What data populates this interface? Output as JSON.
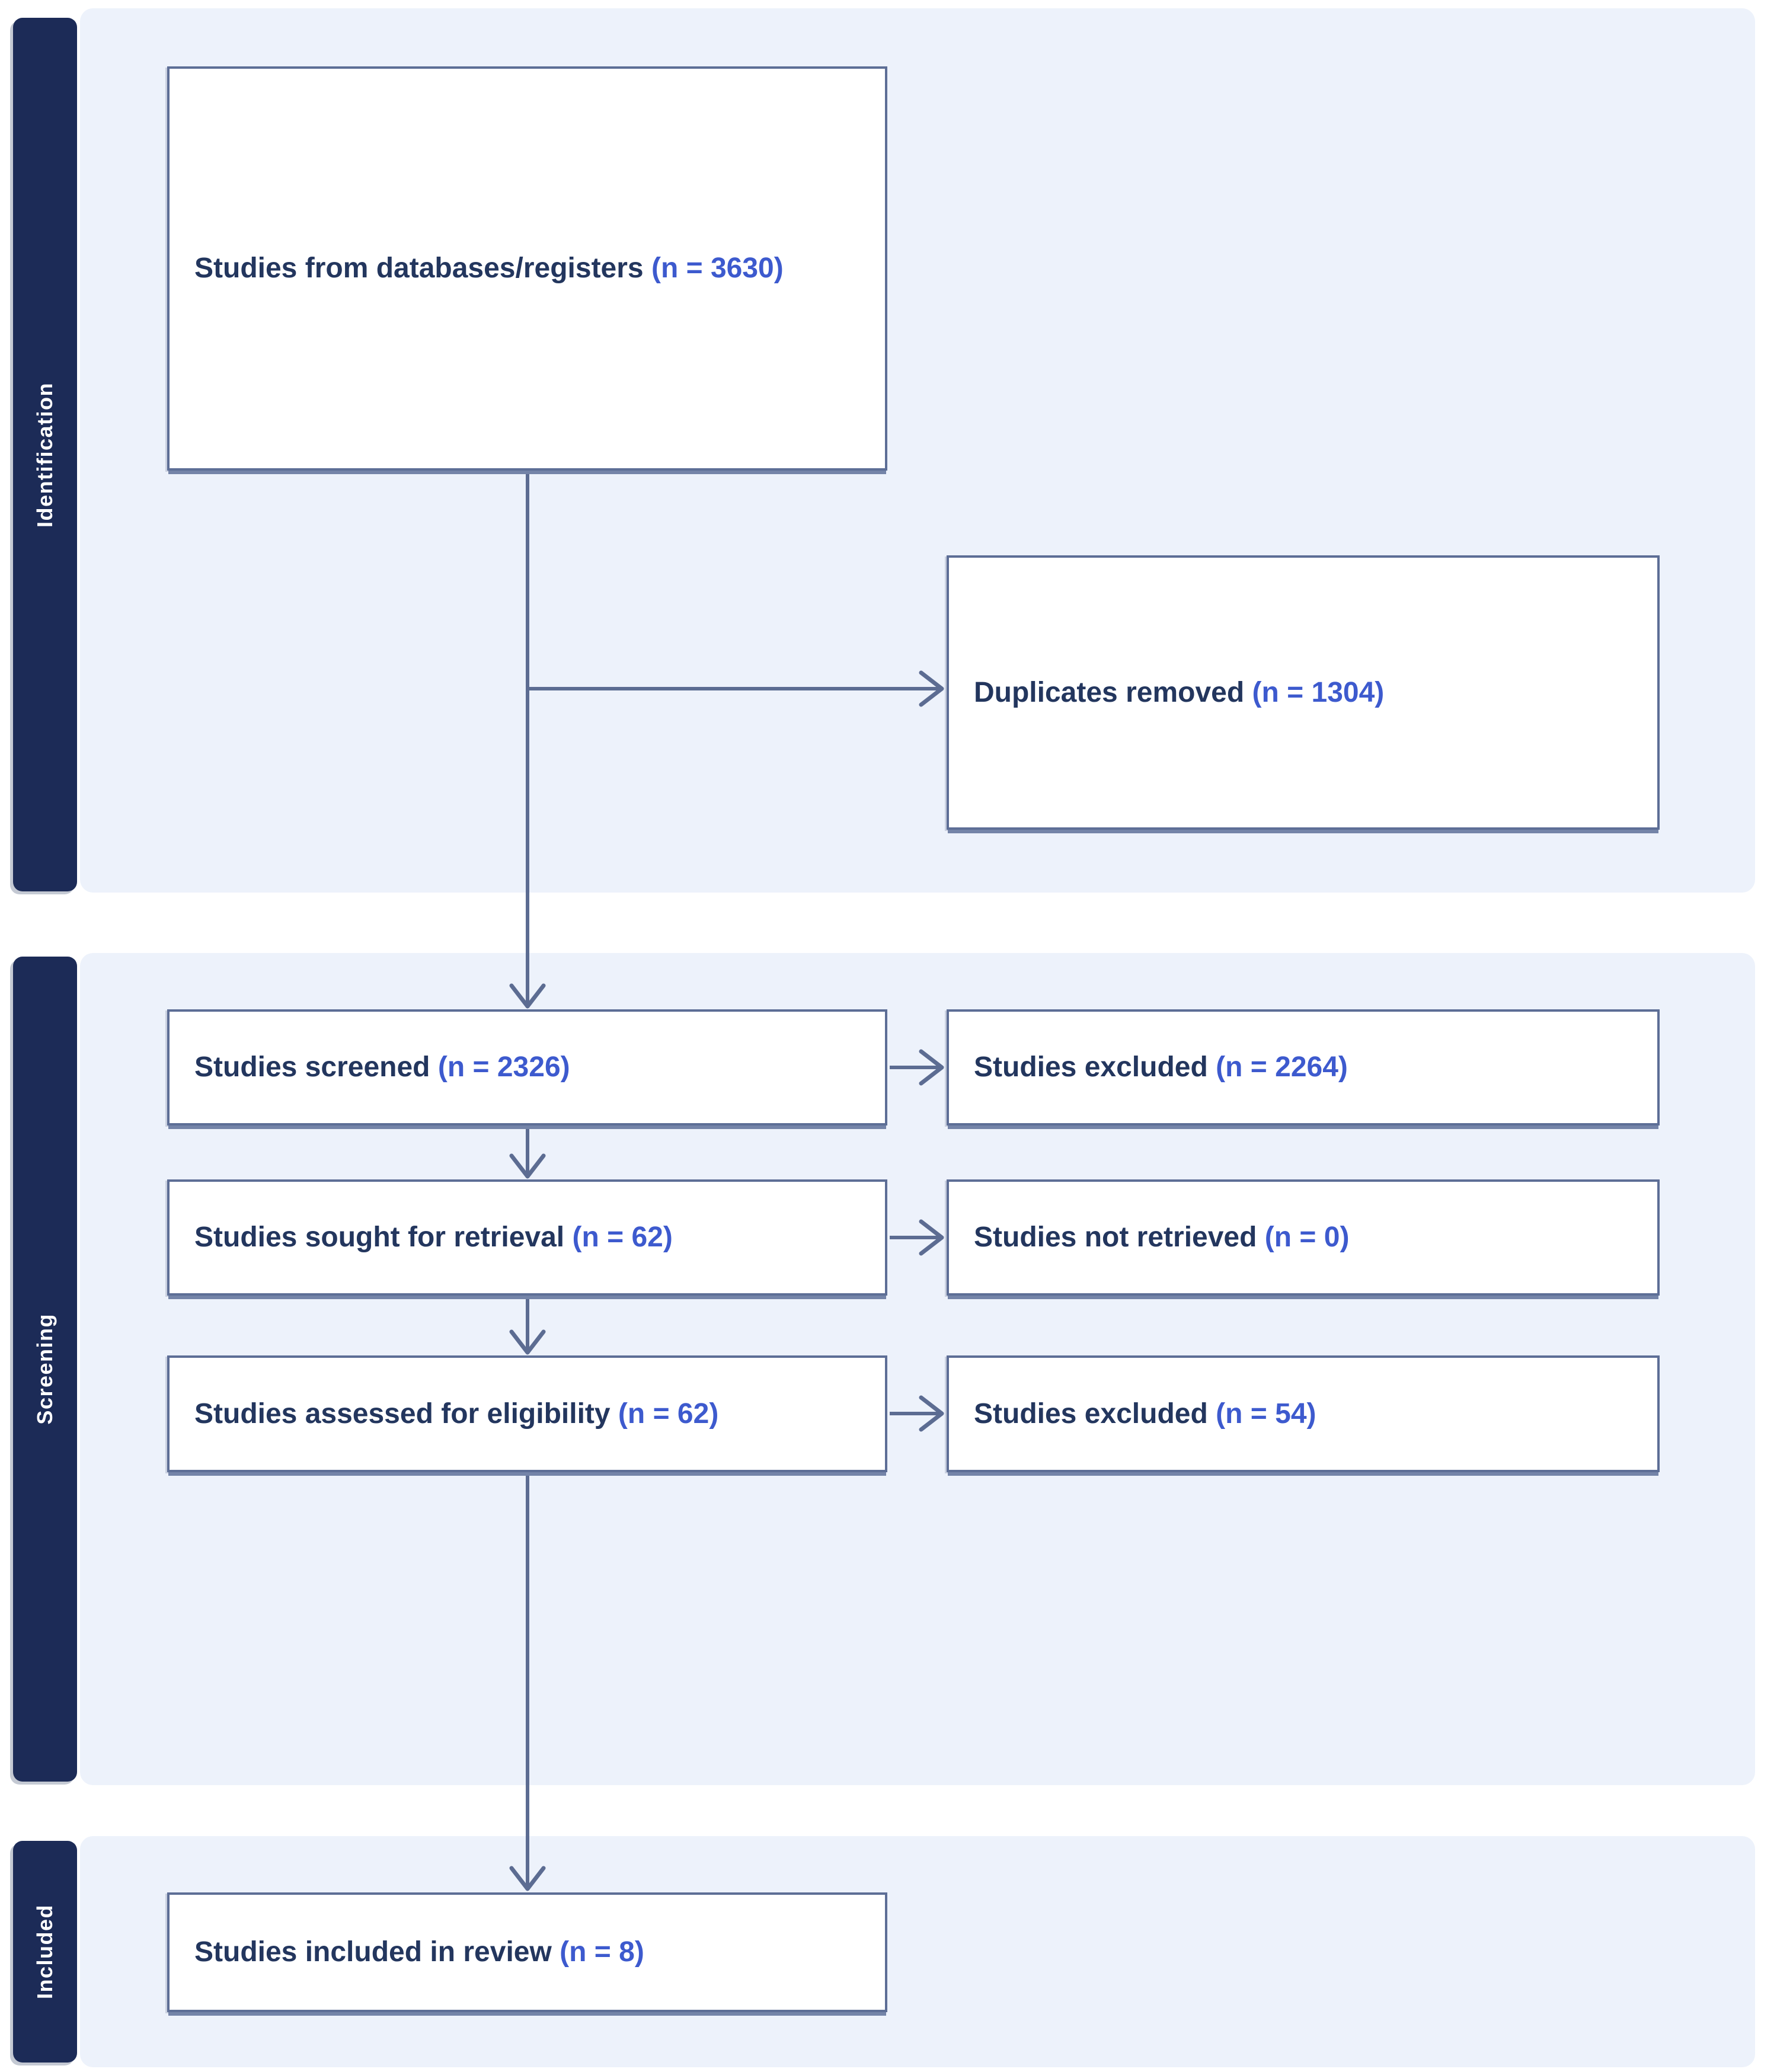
{
  "sections": [
    {
      "label": "Identification"
    },
    {
      "label": "Screening"
    },
    {
      "label": "Included"
    }
  ],
  "boxes": [
    {
      "name": "studies-from-databases",
      "label": "Studies from databases/registers ",
      "count": "(n = 3630)"
    },
    {
      "name": "duplicates-removed",
      "label": "Duplicates removed ",
      "count": "(n = 1304)"
    },
    {
      "name": "studies-screened",
      "label": "Studies screened ",
      "count": "(n = 2326)"
    },
    {
      "name": "studies-excluded-screening",
      "label": "Studies excluded ",
      "count": "(n = 2264)"
    },
    {
      "name": "studies-sought-for-retrieval",
      "label": "Studies sought for retrieval ",
      "count": "(n = 62)"
    },
    {
      "name": "studies-not-retrieved",
      "label": "Studies not retrieved ",
      "count": "(n = 0)"
    },
    {
      "name": "studies-assessed-for-eligibility",
      "label": "Studies assessed for eligibility ",
      "count": "(n = 62)"
    },
    {
      "name": "studies-excluded-eligibility",
      "label": "Studies excluded ",
      "count": "(n = 54)"
    },
    {
      "name": "studies-included-in-review",
      "label": "Studies included in review ",
      "count": "(n = 8)"
    }
  ],
  "colors": {
    "ribbon_navy": "#1c2b57",
    "panel_light_blue": "#edf2fb",
    "box_border_slate": "#5d6e96",
    "arrow_slate": "#5c6c92",
    "label_navy": "#23365e",
    "count_blue": "#3d5ace",
    "box_background": "#ffffff",
    "page_background": "#ffffff"
  }
}
